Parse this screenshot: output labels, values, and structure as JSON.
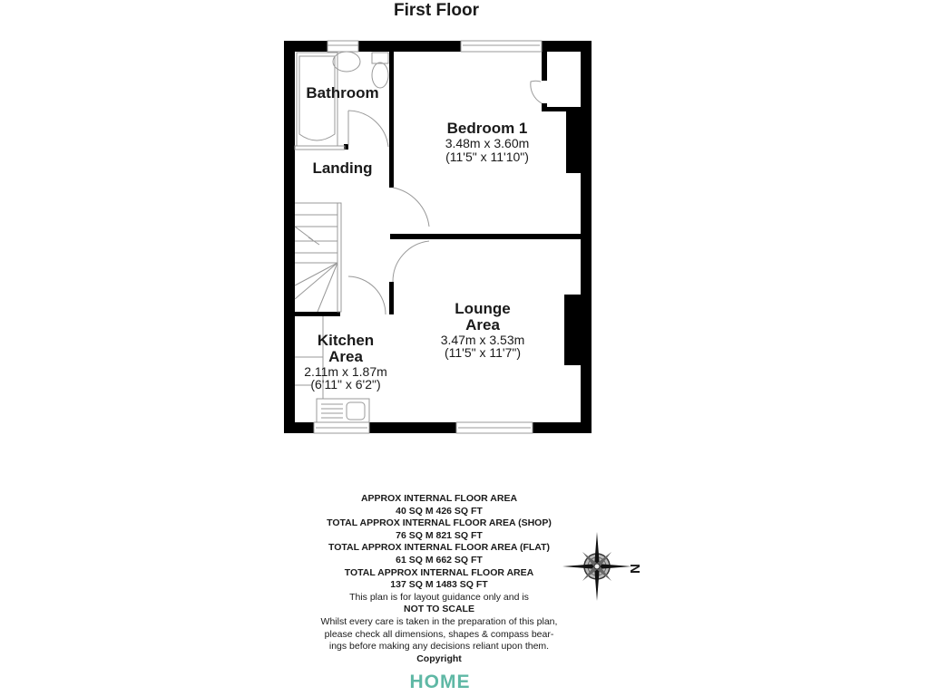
{
  "title": "First Floor",
  "rooms": {
    "bathroom": {
      "name": "Bathroom"
    },
    "landing": {
      "name": "Landing"
    },
    "bedroom1": {
      "name": "Bedroom 1",
      "dim_metric": "3.48m x 3.60m",
      "dim_imperial": "(11'5\" x 11'10\")"
    },
    "lounge": {
      "name_line1": "Lounge",
      "name_line2": "Area",
      "dim_metric": "3.47m x 3.53m",
      "dim_imperial": "(11'5\" x 11'7\")"
    },
    "kitchen": {
      "name_line1": "Kitchen",
      "name_line2": "Area",
      "dim_metric": "2.11m x 1.87m",
      "dim_imperial": "(6'11\" x 6'2\")"
    }
  },
  "info": {
    "line1": "APPROX INTERNAL FLOOR AREA",
    "line2": "40 SQ M 426 SQ FT",
    "line3": "TOTAL APPROX INTERNAL FLOOR AREA (SHOP)",
    "line4": "76 SQ M 821 SQ FT",
    "line5": "TOTAL APPROX INTERNAL FLOOR AREA (FLAT)",
    "line6": "61 SQ M 662 SQ FT",
    "line7": "TOTAL APPROX INTERNAL FLOOR AREA",
    "line8": "137 SQ M 1483 SQ FT",
    "line9": "This plan is for layout guidance only and is",
    "line10": "NOT TO SCALE",
    "line11": "Whilst every care is taken in the preparation of this plan,",
    "line12": "please check all dimensions, shapes & compass bear-",
    "line13": "ings before making any decisions reliant upon them.",
    "line14": "Copyright"
  },
  "logo": {
    "text": "HOME",
    "color": "#5fb8a5"
  },
  "compass": {
    "label": "N",
    "icon": "compass-rose-icon"
  },
  "colors": {
    "wall": "#000000",
    "fixture": "#999999",
    "background": "#ffffff"
  }
}
